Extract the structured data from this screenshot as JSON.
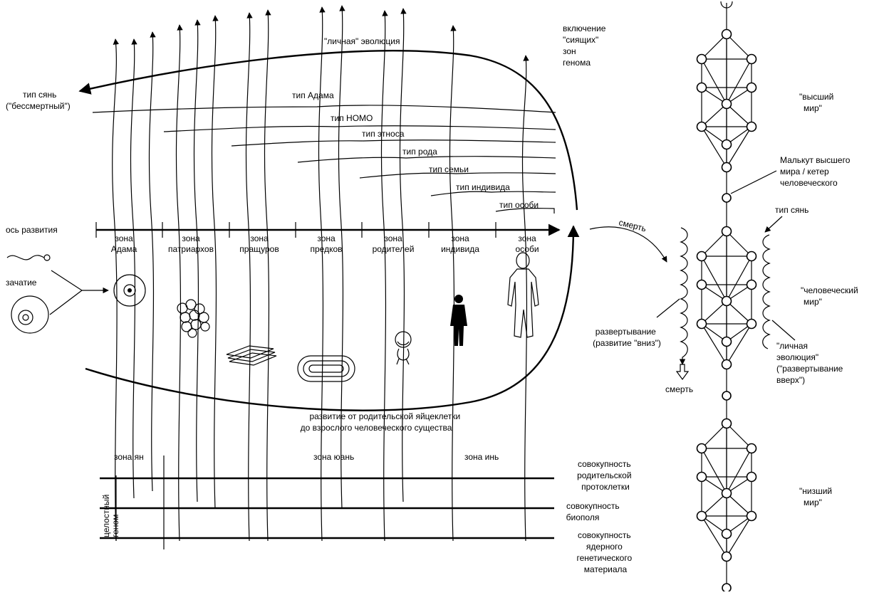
{
  "labels": {
    "lichnaya_evolyuciya_top": "\"личная\" эволюция",
    "vklyuchenie": [
      "включение",
      "\"сиящих\"",
      "зон",
      "генома"
    ],
    "tip_syan_left": [
      "тип сянь",
      "(\"бессмертный\")"
    ],
    "types": [
      "тип Адама",
      "тип НОМО",
      "тип этноса",
      "тип рода",
      "тип семьи",
      "тип индивида",
      "тип особи"
    ],
    "axis_label": "ось развития",
    "zones": [
      [
        "зона",
        "Адама"
      ],
      [
        "зона",
        "патриархов"
      ],
      [
        "зона",
        "пращуров"
      ],
      [
        "зона",
        "предков"
      ],
      [
        "зона",
        "родителей"
      ],
      [
        "зона",
        "индивида"
      ],
      [
        "зона",
        "особи"
      ]
    ],
    "zachatie": "зачатие",
    "smert_arc": "смерть",
    "razvitie": [
      "развитие от родительской яйцеклетки",
      "до взрослого человеческого существа"
    ],
    "zone_yan": "зона ян",
    "zone_yuan": "зона юань",
    "zone_in": "зона инь",
    "celostny_genom": [
      "целостный",
      "геном"
    ],
    "sovokupnost": [
      [
        "совокупность",
        "родительской",
        "протоклетки"
      ],
      [
        "совокупность",
        "биополя"
      ],
      [
        "совокупность",
        "ядерного",
        "генетического",
        "материала"
      ]
    ],
    "vysshiy_mir": [
      "\"высший",
      "мир\""
    ],
    "malkut": [
      "Малькут высшего",
      "мира / кетер",
      "человеческого"
    ],
    "tip_syan_right": "тип сянь",
    "chelovecheskiy_mir": [
      "\"человеческий",
      "мир\""
    ],
    "razvertyvanie": [
      "развертывание",
      "(развитие \"вниз\")"
    ],
    "smert_bottom": "смерть",
    "lichnaya_right": [
      "\"личная",
      "эволюция\"",
      "(\"развертывание",
      "вверх\")"
    ],
    "nizshiy_mir": [
      "\"низший",
      "мир\""
    ]
  }
}
